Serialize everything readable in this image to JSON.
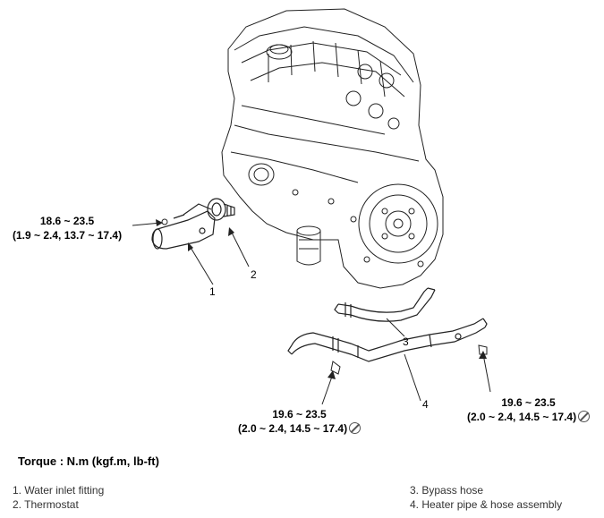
{
  "torque_specs": {
    "spec_1": {
      "line1": "18.6 ~ 23.5",
      "line2": "(1.9 ~ 2.4, 13.7 ~ 17.4)"
    },
    "spec_2": {
      "line1": "19.6 ~ 23.5",
      "line2": "(2.0 ~ 2.4, 14.5 ~ 17.4)"
    },
    "spec_3": {
      "line1": "19.6 ~ 23.5",
      "line2": "(2.0 ~ 2.4, 14.5 ~ 17.4)"
    }
  },
  "callouts": [
    "1",
    "2",
    "3",
    "4"
  ],
  "torque_unit": "Torque : N.m (kgf.m, lb-ft)",
  "legend": {
    "item1": "1. Water inlet fitting",
    "item2": "2. Thermostat",
    "item3": "3. Bypass hose",
    "item4": "4. Heater pipe & hose assembly"
  }
}
